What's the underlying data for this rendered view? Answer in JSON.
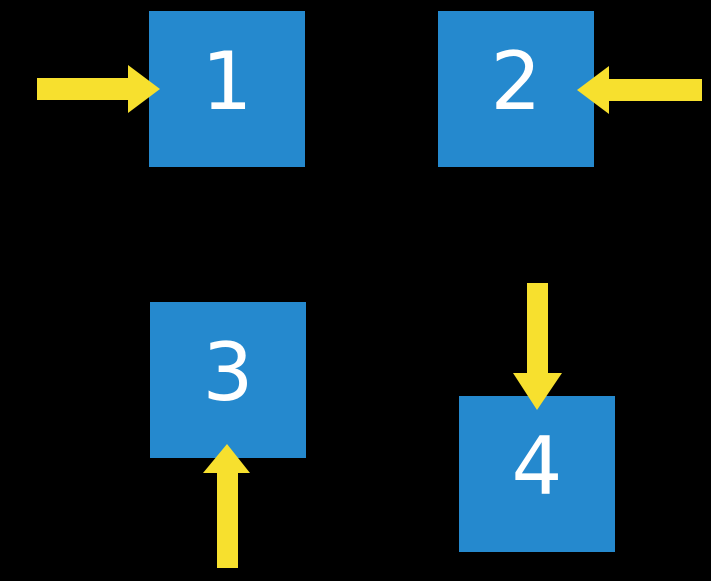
{
  "colors": {
    "background": "#000000",
    "box": "#2589CE",
    "arrow": "#F7E02E",
    "label": "#FFFFFF"
  },
  "boxes": [
    {
      "label": "1",
      "arrow": {
        "points": "right",
        "enters": "left-side"
      }
    },
    {
      "label": "2",
      "arrow": {
        "points": "left",
        "enters": "right-side"
      }
    },
    {
      "label": "3",
      "arrow": {
        "points": "up",
        "enters": "bottom-side"
      }
    },
    {
      "label": "4",
      "arrow": {
        "points": "down",
        "enters": "top-side"
      }
    }
  ]
}
